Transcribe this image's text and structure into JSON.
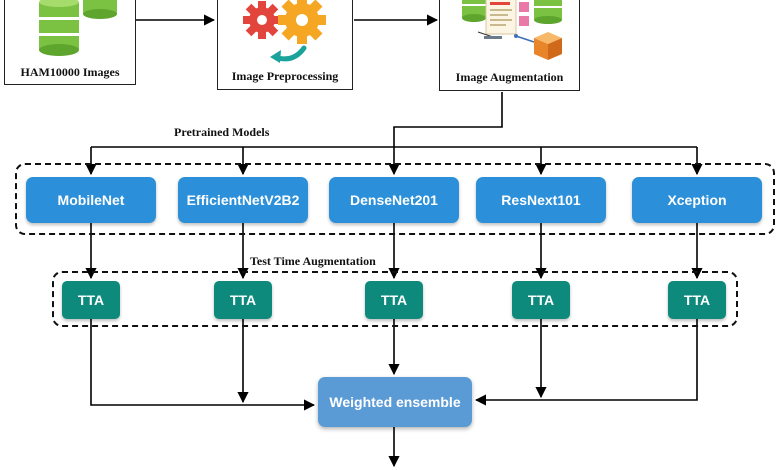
{
  "stages": {
    "ham_label": "HAM10000 Images",
    "preprocessing_label": "Image Preprocessing",
    "augmentation_label": "Image Augmentation"
  },
  "pretrained_label": "Pretrained Models",
  "models": [
    "MobileNet",
    "EfficientNetV2B2",
    "DenseNet201",
    "ResNext101",
    "Xception"
  ],
  "tta_label": "Test Time Augmentation",
  "tta_blocks": [
    "TTA",
    "TTA",
    "TTA",
    "TTA",
    "TTA"
  ],
  "ensemble_label": "Weighted ensemble",
  "colors": {
    "model_blue": "#2b90d9",
    "tta_teal": "#0e8a7c",
    "ensemble_blue": "#5b9bd5",
    "database_green": "#7cc242"
  },
  "icons": {
    "ham": "database-icon",
    "preprocessing": "gears-icon",
    "augmentation": "data-augmentation-icon"
  }
}
